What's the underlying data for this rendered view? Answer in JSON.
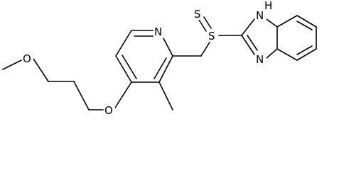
{
  "molecule": {
    "labels": {
      "thione_sulfur": "S",
      "sulfoxide_sulfur": "S",
      "nh_nitrogen": "N",
      "nh_hydrogen": "H",
      "benzimidazole_nitrogen": "N",
      "pyridine_nitrogen": "N",
      "methoxy_oxygen": "O",
      "ether_oxygen": "O"
    },
    "colors": {
      "bond": "#000000",
      "text": "#000000",
      "background": "#ffffff"
    }
  }
}
